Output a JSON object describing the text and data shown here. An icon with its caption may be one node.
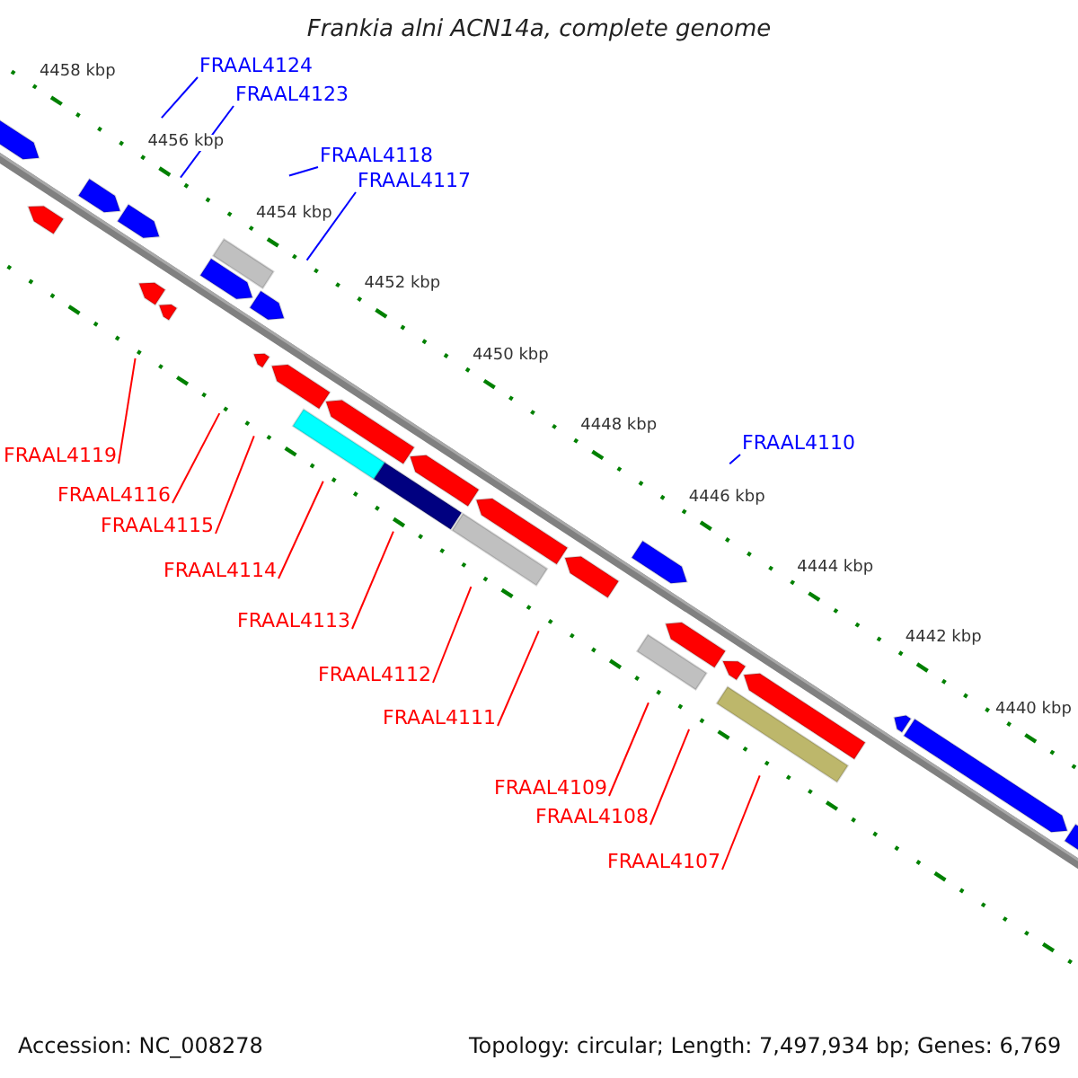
{
  "diagram": {
    "title": "Frankia alni ACN14a, complete genome",
    "nodes": [
      {
        "text": [
          "FRAAL4124"
        ]
      },
      {
        "text": [
          "FRAAL4123"
        ]
      },
      {
        "text": [
          "FRAAL4118"
        ]
      },
      {
        "text": [
          "FRAAL4117"
        ]
      },
      {
        "text": [
          "FRAAL4110"
        ]
      },
      {
        "text": [
          "FRAAL4119"
        ]
      },
      {
        "text": [
          "FRAAL4116"
        ]
      },
      {
        "text": [
          "FRAAL4115"
        ]
      },
      {
        "text": [
          "FRAAL4114"
        ]
      },
      {
        "text": [
          "FRAAL4113"
        ]
      },
      {
        "text": [
          "FRAAL4112"
        ]
      },
      {
        "text": [
          "FRAAL4111"
        ]
      },
      {
        "text": [
          "FRAAL4109"
        ]
      },
      {
        "text": [
          "FRAAL4108"
        ]
      },
      {
        "text": [
          "FRAAL4107"
        ]
      }
    ],
    "edges": [
      {
        "from": 0,
        "to": null,
        "arrow": "none",
        "color": "#0000ff"
      },
      {
        "from": 1,
        "to": null,
        "arrow": "none",
        "color": "#0000ff"
      },
      {
        "from": 2,
        "to": null,
        "arrow": "none",
        "color": "#0000ff"
      },
      {
        "from": 3,
        "to": null,
        "arrow": "none",
        "color": "#0000ff"
      },
      {
        "from": 4,
        "to": null,
        "arrow": "none",
        "color": "#0000ff"
      },
      {
        "from": 5,
        "to": null,
        "arrow": "none"
      },
      {
        "from": 6,
        "to": null,
        "arrow": "none"
      },
      {
        "from": 7,
        "to": null,
        "arrow": "none"
      },
      {
        "from": 8,
        "to": null,
        "arrow": "none"
      },
      {
        "from": 9,
        "to": null,
        "arrow": "none"
      },
      {
        "from": 10,
        "to": null,
        "arrow": "none"
      },
      {
        "from": 11,
        "to": null,
        "arrow": "none"
      },
      {
        "from": 12,
        "to": null,
        "arrow": "none"
      },
      {
        "from": 13,
        "to": null,
        "arrow": "none"
      },
      {
        "from": 14,
        "to": null,
        "arrow": "none"
      }
    ],
    "labels": [
      "4458 kbp",
      "4456 kbp",
      "4454 kbp",
      "4452 kbp",
      "4450 kbp",
      "4448 kbp",
      "4446 kbp",
      "4444 kbp",
      "4442 kbp",
      "4440 kbp",
      "Accession: NC_008278",
      "Topology: circular; Length: 7,497,934 bp; Genes: 6,769"
    ]
  }
}
